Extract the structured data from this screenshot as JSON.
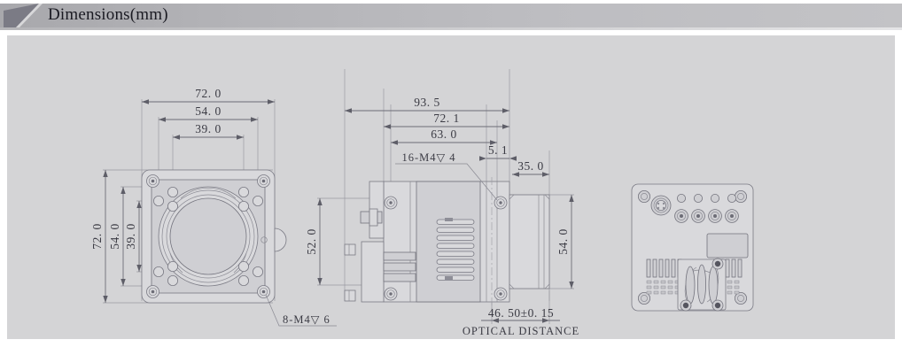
{
  "header": {
    "title": "Dimensions(mm)",
    "accent_color": "#7b7b85",
    "bar_color": "#b4b4b8"
  },
  "panel": {
    "background_color": "#d4d4d6",
    "line_color": "#6d6d77",
    "text_color": "#3b3b44"
  },
  "views": {
    "front": {
      "name": "front-view",
      "horizontal_dimensions": [
        "72. 0",
        "54. 0",
        "39. 0"
      ],
      "vertical_dimensions": [
        "72. 0",
        "54. 0",
        "39. 0"
      ],
      "callout": "8-M4▽ 6"
    },
    "side": {
      "name": "side-view",
      "horizontal_dimensions": [
        "93. 5",
        "72. 1",
        "63. 0",
        "5. 1",
        "35. 0"
      ],
      "vertical_dimensions": [
        "52. 0",
        "54. 0"
      ],
      "callout": "16-M4▽ 4",
      "optical_dimension": "46. 50±0. 15",
      "optical_label": "OPTICAL  DISTANCE"
    },
    "rear": {
      "name": "rear-view"
    }
  }
}
